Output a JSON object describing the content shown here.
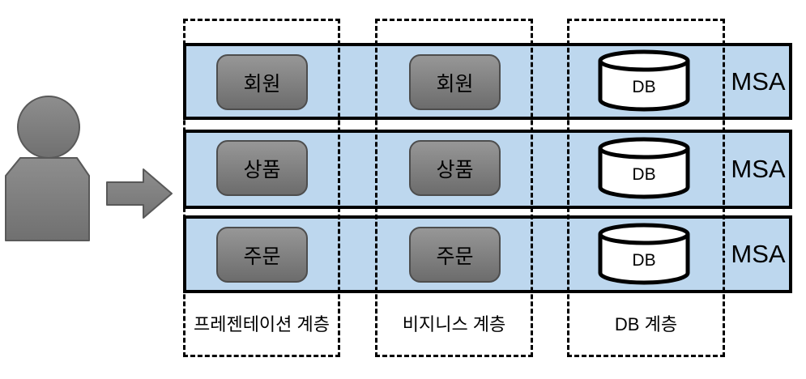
{
  "rows": [
    {
      "presentation": "회원",
      "business": "회원",
      "db": "DB",
      "badge": "MSA"
    },
    {
      "presentation": "상품",
      "business": "상품",
      "db": "DB",
      "badge": "MSA"
    },
    {
      "presentation": "주문",
      "business": "주문",
      "db": "DB",
      "badge": "MSA"
    }
  ],
  "layers": [
    {
      "label": "프레젠테이션 계층"
    },
    {
      "label": "비지니스 계층"
    },
    {
      "label": "DB 계층"
    }
  ],
  "icons": {
    "person": "person-icon",
    "arrow": "arrow-right-icon",
    "database": "database-cylinder-icon"
  },
  "colors": {
    "band_fill": "#bdd7ee",
    "band_border": "#000000",
    "node_fill_top": "#979797",
    "node_fill_bottom": "#6c6c6c",
    "node_border": "#4d4d4d",
    "person_fill_top": "#8e8e8e",
    "person_fill_bottom": "#707070",
    "person_border": "#595959",
    "db_fill": "#ffffff",
    "db_border": "#000000",
    "dashed_border": "#000000",
    "text": "#000000"
  }
}
